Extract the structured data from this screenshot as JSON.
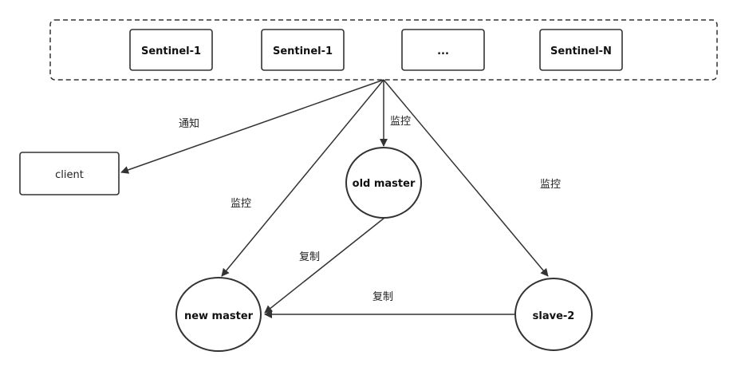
{
  "sentinel_group": {
    "boxes": [
      {
        "label": "Sentinel-1"
      },
      {
        "label": "Sentinel-1"
      },
      {
        "label": "..."
      },
      {
        "label": "Sentinel-N"
      }
    ]
  },
  "client": {
    "label": "client"
  },
  "nodes": {
    "old_master": "old master",
    "new_master": "new master",
    "slave_2": "slave-2"
  },
  "edge_labels": {
    "notify_client": "通知",
    "monitor_old_master": "监控",
    "monitor_slave": "监控",
    "monitor_new_master": "监控",
    "replicate_old_new": "复制",
    "replicate_slave_new": "复制"
  },
  "colors": {
    "stroke": "#333333",
    "text": "#111111",
    "background": "#ffffff"
  }
}
